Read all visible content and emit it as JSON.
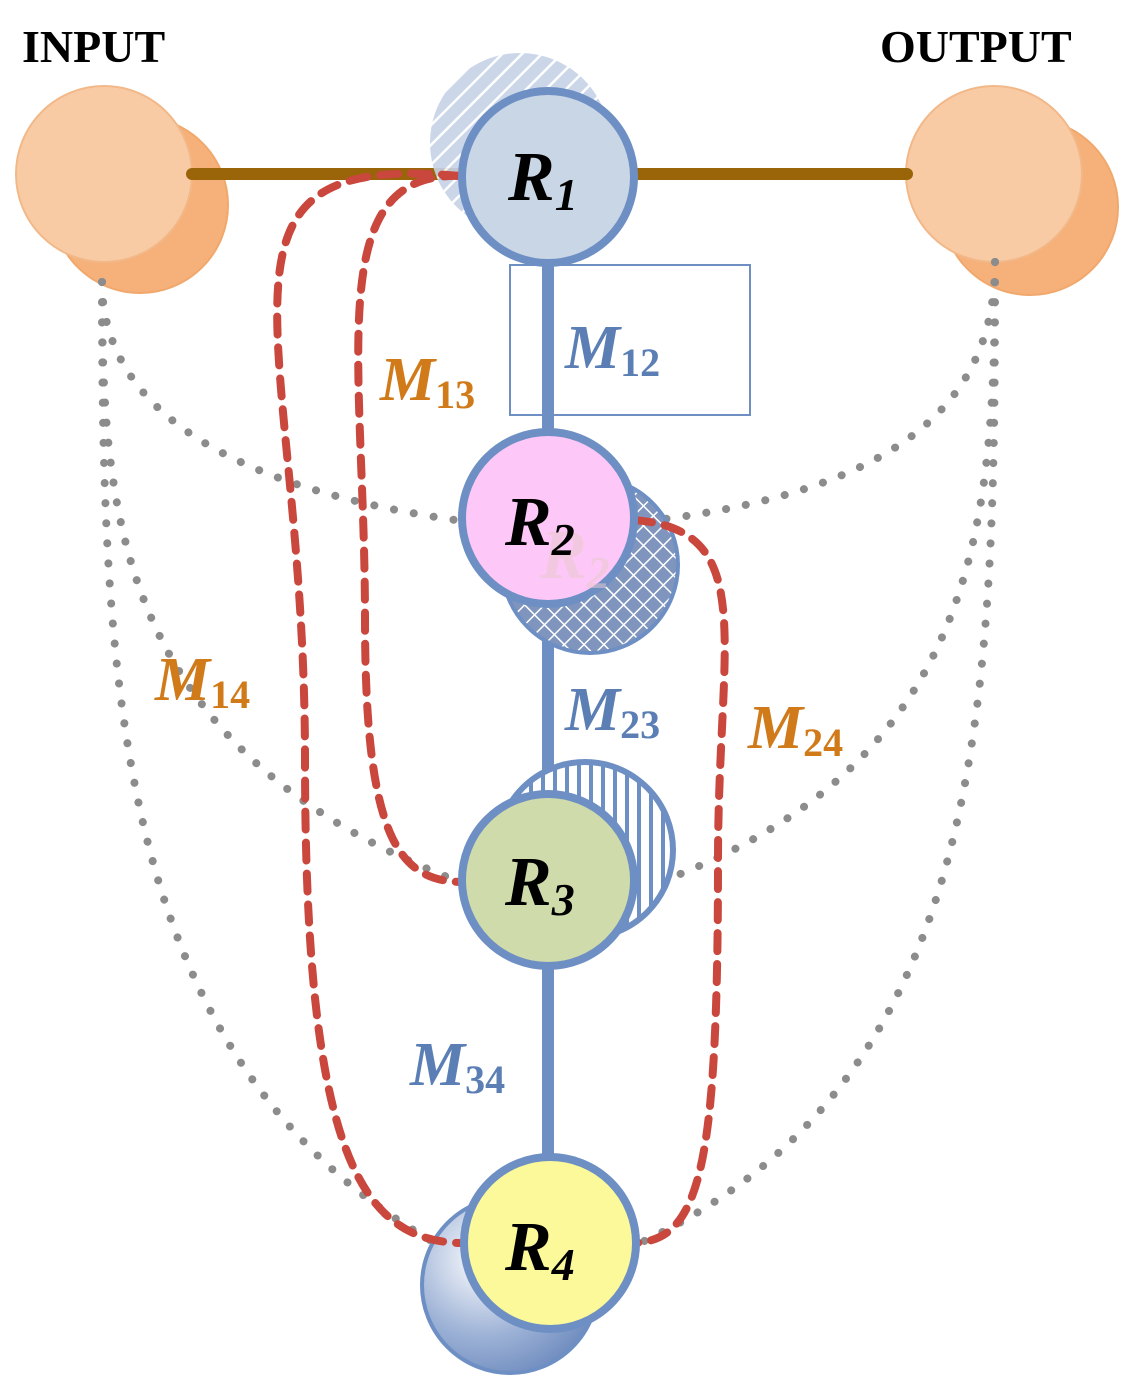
{
  "ports": {
    "input": "INPUT",
    "output": "OUTPUT"
  },
  "resonators": [
    {
      "id": "R1",
      "letter": "R",
      "sub": "1",
      "fill": "#c9d6e6"
    },
    {
      "id": "R2",
      "letter": "R",
      "sub": "2",
      "fill": "#fdc8f7"
    },
    {
      "id": "R3",
      "letter": "R",
      "sub": "3",
      "fill": "#cfdbab"
    },
    {
      "id": "R4",
      "letter": "R",
      "sub": "4",
      "fill": "#fbf99a"
    }
  ],
  "couplings": {
    "M12": {
      "letter": "M",
      "sub": "12",
      "color": "#5b7fb5"
    },
    "M13": {
      "letter": "M",
      "sub": "13",
      "color": "#d07a1a"
    },
    "M14": {
      "letter": "M",
      "sub": "14",
      "color": "#d07a1a"
    },
    "M23": {
      "letter": "M",
      "sub": "23",
      "color": "#5b7fb5"
    },
    "M24": {
      "letter": "M",
      "sub": "24",
      "color": "#d07a1a"
    },
    "M34": {
      "letter": "M",
      "sub": "34",
      "color": "#5b7fb5"
    }
  },
  "colors": {
    "port_fill": "#f8cba5",
    "port_shadow": "#f6b07a",
    "resonator_stroke": "#6e8fc4",
    "main_line": "#6e8fc4",
    "input_output_line": "#9a6408",
    "cross_coupling_line": "#c9473d",
    "source_load_dotted": "#8c8c8c",
    "highlight_box": "#6e8fc4"
  }
}
